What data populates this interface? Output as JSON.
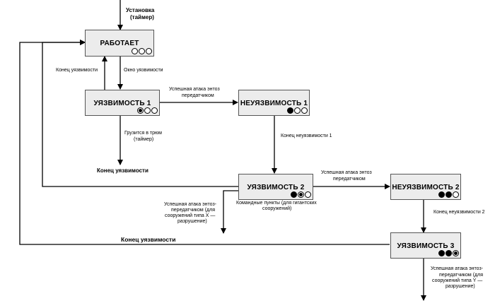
{
  "labels": {
    "install": "Установка",
    "install_timer": "(таймер)",
    "vuln_end_1": "Конец уязвимости",
    "vuln_window": "Окно уязвимости",
    "attack_1a": "Успешная атака энтоз",
    "attack_1b": "передатчиком",
    "cargo_a": "Грузится в трюм",
    "cargo_b": "(таймер)",
    "vuln_end_2": "Конец уязвимости",
    "invuln_end_1": "Конец неуязвимости 1",
    "attack_2a": "Успешная атака энтоз",
    "attack_2b": "передатчиком",
    "attack_x_1": "Успешная атака энтоз-",
    "attack_x_2": "передатчиком (для",
    "attack_x_3": "сооружений типа X —",
    "attack_x_4": "разрушение)",
    "cmd_1": "Командные пункты (для гигантских",
    "cmd_2": "сооружений)",
    "invuln_end_2": "Конец неуязвимости 2",
    "vuln_end_3": "Конец уязвимости",
    "attack_y_1": "Успешная атака энтоз-",
    "attack_y_2": "передатчиком (для",
    "attack_y_3": "сооружений типа Y —",
    "attack_y_4": "разрушение)"
  },
  "nodes": {
    "works": {
      "title": "РАБОТАЕТ",
      "dots": [
        "empty",
        "empty",
        "empty"
      ]
    },
    "vuln1": {
      "title": "УЯЗВИМОСТЬ 1",
      "dots": [
        "half",
        "empty",
        "empty"
      ]
    },
    "invuln1": {
      "title": "НЕУЯЗВИМОСТЬ 1",
      "dots": [
        "full",
        "empty",
        "empty"
      ]
    },
    "vuln2": {
      "title": "УЯЗВИМОСТЬ 2",
      "dots": [
        "full",
        "half",
        "empty"
      ]
    },
    "invuln2": {
      "title": "НЕУЯЗВИМОСТЬ 2",
      "dots": [
        "full",
        "full",
        "empty"
      ]
    },
    "vuln3": {
      "title": "УЯЗВИМОСТЬ 3",
      "dots": [
        "full",
        "full",
        "half"
      ]
    }
  },
  "colors": {
    "node_fill": "#ececec",
    "line": "#000000"
  }
}
